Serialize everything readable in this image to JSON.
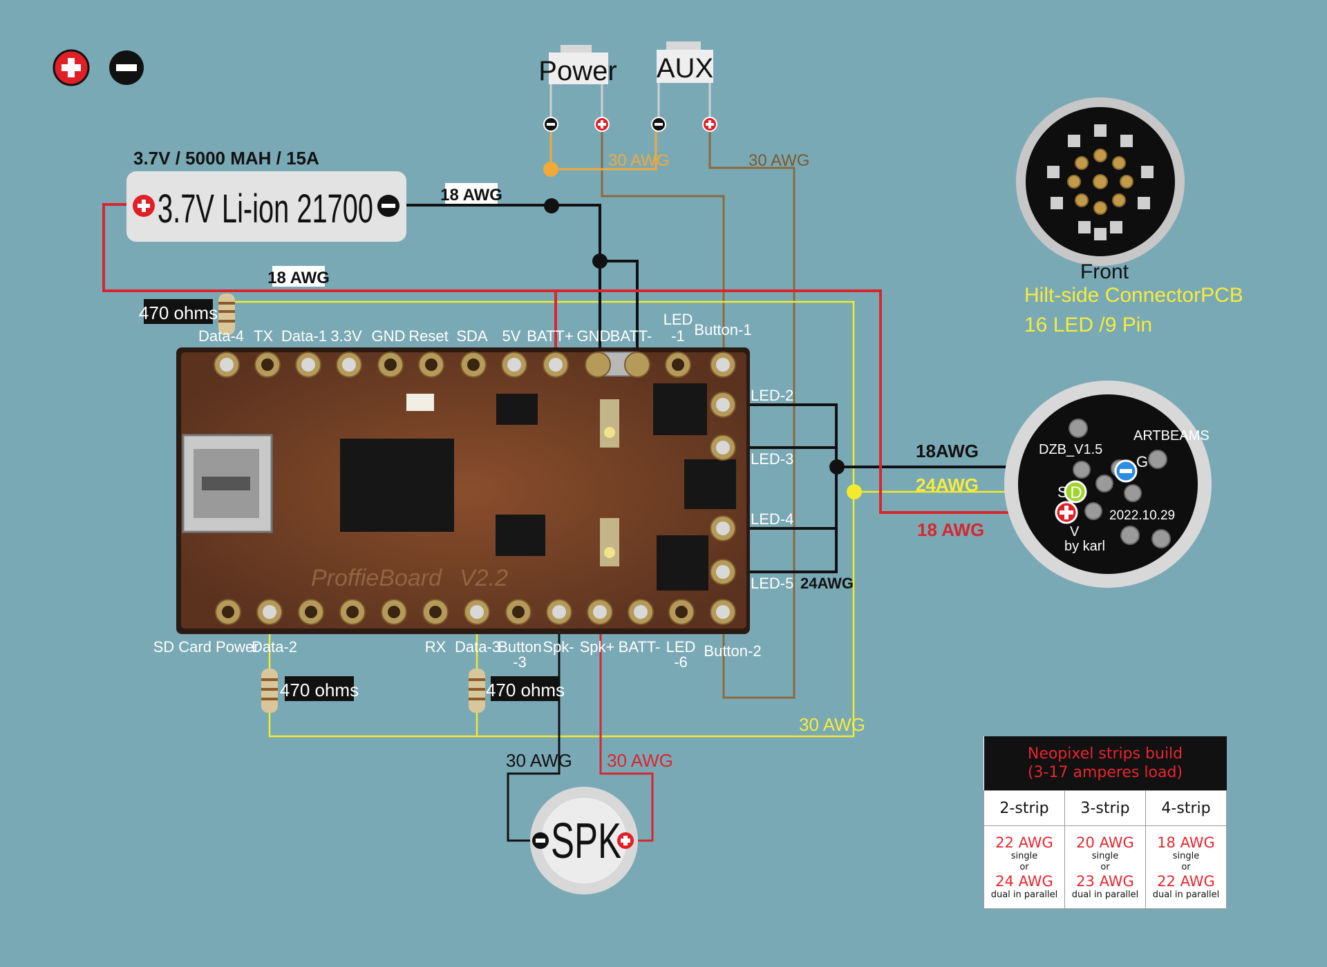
{
  "legend": {
    "plus_symbol": "+",
    "minus_symbol": "−"
  },
  "switches": [
    {
      "label": "Power"
    },
    {
      "label": "AUX"
    }
  ],
  "battery": {
    "spec": "3.7V / 5000 MAH / 15A",
    "label": "3.7V Li-ion 21700"
  },
  "wire_labels": {
    "batt_neg": "18 AWG",
    "batt_pos": "18 AWG",
    "power_sw": "30 AWG",
    "aux_sw": "30 AWG",
    "connector_neg": "18AWG",
    "connector_data": "24AWG",
    "connector_pos": "18 AWG",
    "led_group": "24AWG",
    "data_bus": "30 AWG",
    "spk_neg": "30 AWG",
    "spk_pos": "30 AWG"
  },
  "resistors": [
    "470 ohms",
    "470 ohms",
    "470 ohms"
  ],
  "board": {
    "silk_name": "ProffieBoard",
    "silk_version": "V2.2",
    "top_pins": [
      "Data-4",
      "TX",
      "Data-1",
      "3.3V",
      "GND",
      "Reset",
      "SDA",
      "5V",
      "BATT+",
      "GND",
      "BATT-"
    ],
    "top_led": [
      "LED",
      "-1"
    ],
    "top_button": "Button-1",
    "side_pins": [
      "LED-2",
      "LED-3",
      "LED-4",
      "LED-5"
    ],
    "bottom_pins": [
      "SD Card Power",
      "Data-2",
      "RX"
    ],
    "bottom_data3": "Data-3",
    "bottom_button3": [
      "Button",
      "-3"
    ],
    "bottom_spk": [
      "Spk-",
      "Spk+",
      "BATT-"
    ],
    "bottom_led6": [
      "LED",
      "-6"
    ],
    "bottom_button2": "Button-2"
  },
  "connector_front": {
    "label": "Front",
    "title": "Hilt-side ConnectorPCB",
    "subtitle": "16 LED /9 Pin"
  },
  "connector_back": {
    "brand": "ARTBEAMS",
    "model": "DZB_V1.5",
    "date": "2022.10.29",
    "author": "by karl",
    "pin_g": "G",
    "pin_s": "S",
    "pin_d": "D",
    "pin_v": "V"
  },
  "speaker": {
    "label": "SPK",
    "neg": "−",
    "pos": "+"
  },
  "table": {
    "title_line1": "Neopixel strips build",
    "title_line2": "(3-17 amperes load)",
    "columns": [
      "2-strip",
      "3-strip",
      "4-strip"
    ],
    "cells": [
      {
        "single": "22 AWG",
        "single_note": "single",
        "or": "or",
        "dual": "24 AWG",
        "dual_note": "dual in parallel"
      },
      {
        "single": "20 AWG",
        "single_note": "single",
        "or": "or",
        "dual": "23 AWG",
        "dual_note": "dual in parallel"
      },
      {
        "single": "18 AWG",
        "single_note": "single",
        "or": "or",
        "dual": "22 AWG",
        "dual_note": "dual in parallel"
      }
    ]
  },
  "colors": {
    "background": "#7aa9b6",
    "wire_red": "#d7262e",
    "wire_black": "#111111",
    "wire_yellow": "#f2ea2b",
    "wire_brown": "#8a6a3c",
    "wire_orange": "#f0a93a",
    "label_yellow": "#f7ec3a"
  }
}
